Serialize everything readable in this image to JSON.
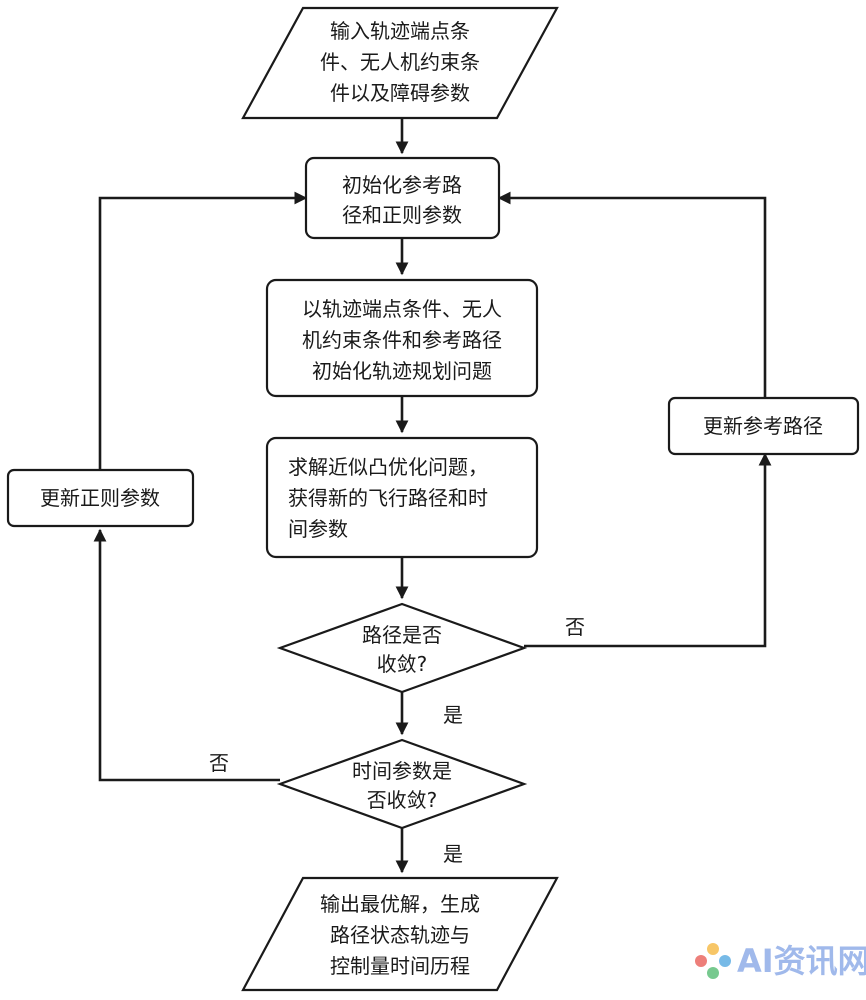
{
  "nodes": {
    "input": {
      "lines": [
        "输入轨迹端点条",
        "件、无人机约束条",
        "件以及障碍参数"
      ]
    },
    "init_ref": {
      "lines": [
        "初始化参考路",
        "径和正则参数"
      ]
    },
    "init_problem": {
      "lines": [
        "以轨迹端点条件、无人",
        "机约束条件和参考路径",
        "初始化轨迹规划问题"
      ]
    },
    "solve": {
      "lines": [
        "求解近似凸优化问题，",
        "获得新的飞行路径和时",
        "间参数"
      ]
    },
    "path_converge": {
      "lines": [
        "路径是否",
        "收敛?"
      ]
    },
    "time_converge": {
      "lines": [
        "时间参数是",
        "否收敛?"
      ]
    },
    "output": {
      "lines": [
        "输出最优解，生成",
        "路径状态轨迹与",
        "控制量时间历程"
      ]
    },
    "update_ref": {
      "lines": [
        "更新参考路径"
      ]
    },
    "update_reg": {
      "lines": [
        "更新正则参数"
      ]
    }
  },
  "edges": {
    "path_no": "否",
    "path_yes": "是",
    "time_no": "否",
    "time_yes": "是"
  },
  "watermark": {
    "text": "AI资讯网"
  }
}
